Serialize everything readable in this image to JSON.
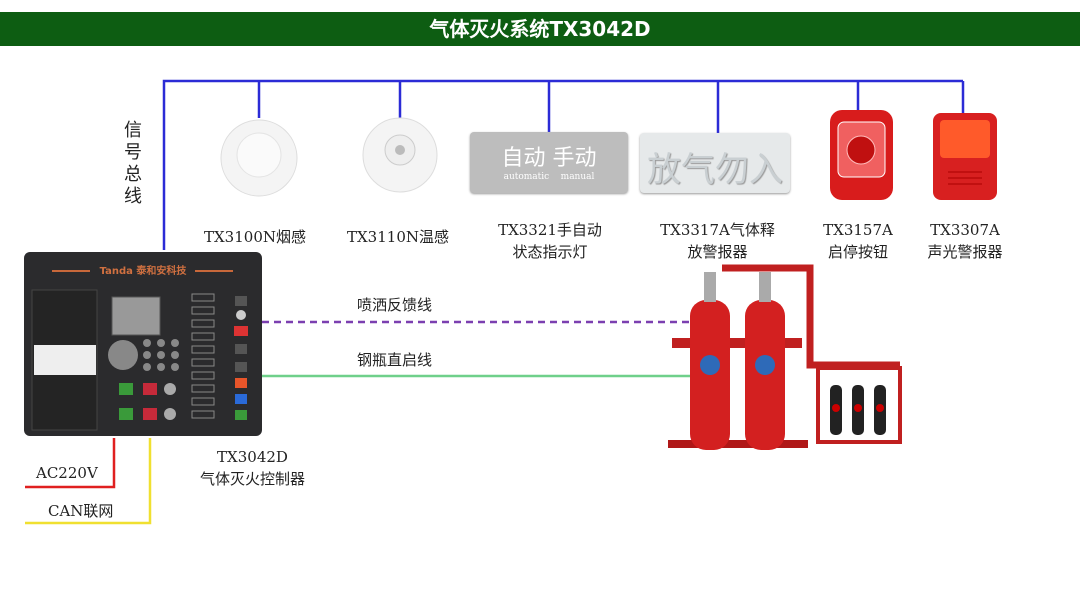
{
  "title": "气体灭火系统TX3042D",
  "bus_label": "信号总线",
  "devices": [
    {
      "label1": "TX3100N烟感",
      "label2": ""
    },
    {
      "label1": "TX3110N温感",
      "label2": ""
    },
    {
      "label1": "TX3321手自动",
      "label2": "状态指示灯"
    },
    {
      "label1": "TX3317A气体释",
      "label2": "放警报器"
    },
    {
      "label1": "TX3157A",
      "label2": "启停按钮"
    },
    {
      "label1": "TX3307A",
      "label2": "声光警报器"
    }
  ],
  "sign1": {
    "text": "自动  手动",
    "sub": "automatic    manual"
  },
  "sign2": {
    "text": "放气勿入"
  },
  "controller": {
    "brand": "Tanda",
    "brand_cn": "泰和安科技",
    "model": "TX3042D",
    "name": "气体灭火控制器"
  },
  "lines": {
    "feedback": "喷洒反馈线",
    "direct": "钢瓶直启线",
    "power": "AC220V",
    "network": "CAN联网"
  },
  "colors": {
    "header": "#0d5d12",
    "bus": "#2b2bd6",
    "feedback": "#7b3fb0",
    "direct": "#6fd08a",
    "power": "#e02020",
    "network": "#f0e030"
  }
}
